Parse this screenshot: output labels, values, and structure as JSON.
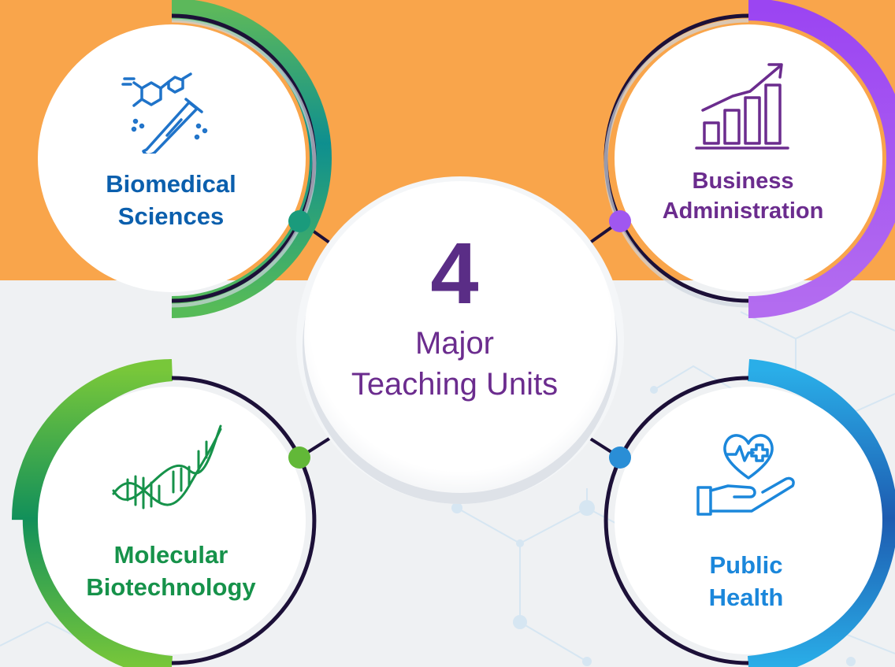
{
  "center": {
    "number": "4",
    "line1": "Major",
    "line2": "Teaching Units"
  },
  "units": {
    "biomedical": {
      "line1": "Biomedical",
      "line2": "Sciences",
      "icon": "test-tube-molecule-icon",
      "color": "#0b5fad"
    },
    "business": {
      "line1": "Business",
      "line2": "Administration",
      "icon": "bar-chart-growth-icon",
      "color": "#6b2c8e"
    },
    "molecular": {
      "line1": "Molecular",
      "line2": "Biotechnology",
      "icon": "dna-helix-icon",
      "color": "#16924a"
    },
    "public_health": {
      "line1": "Public",
      "line2": "Health",
      "icon": "heart-in-hand-icon",
      "color": "#1b87db"
    }
  },
  "colors": {
    "top_band": "#f9a54b",
    "background": "#eff1f3",
    "ring_dark": "#1c1038"
  }
}
